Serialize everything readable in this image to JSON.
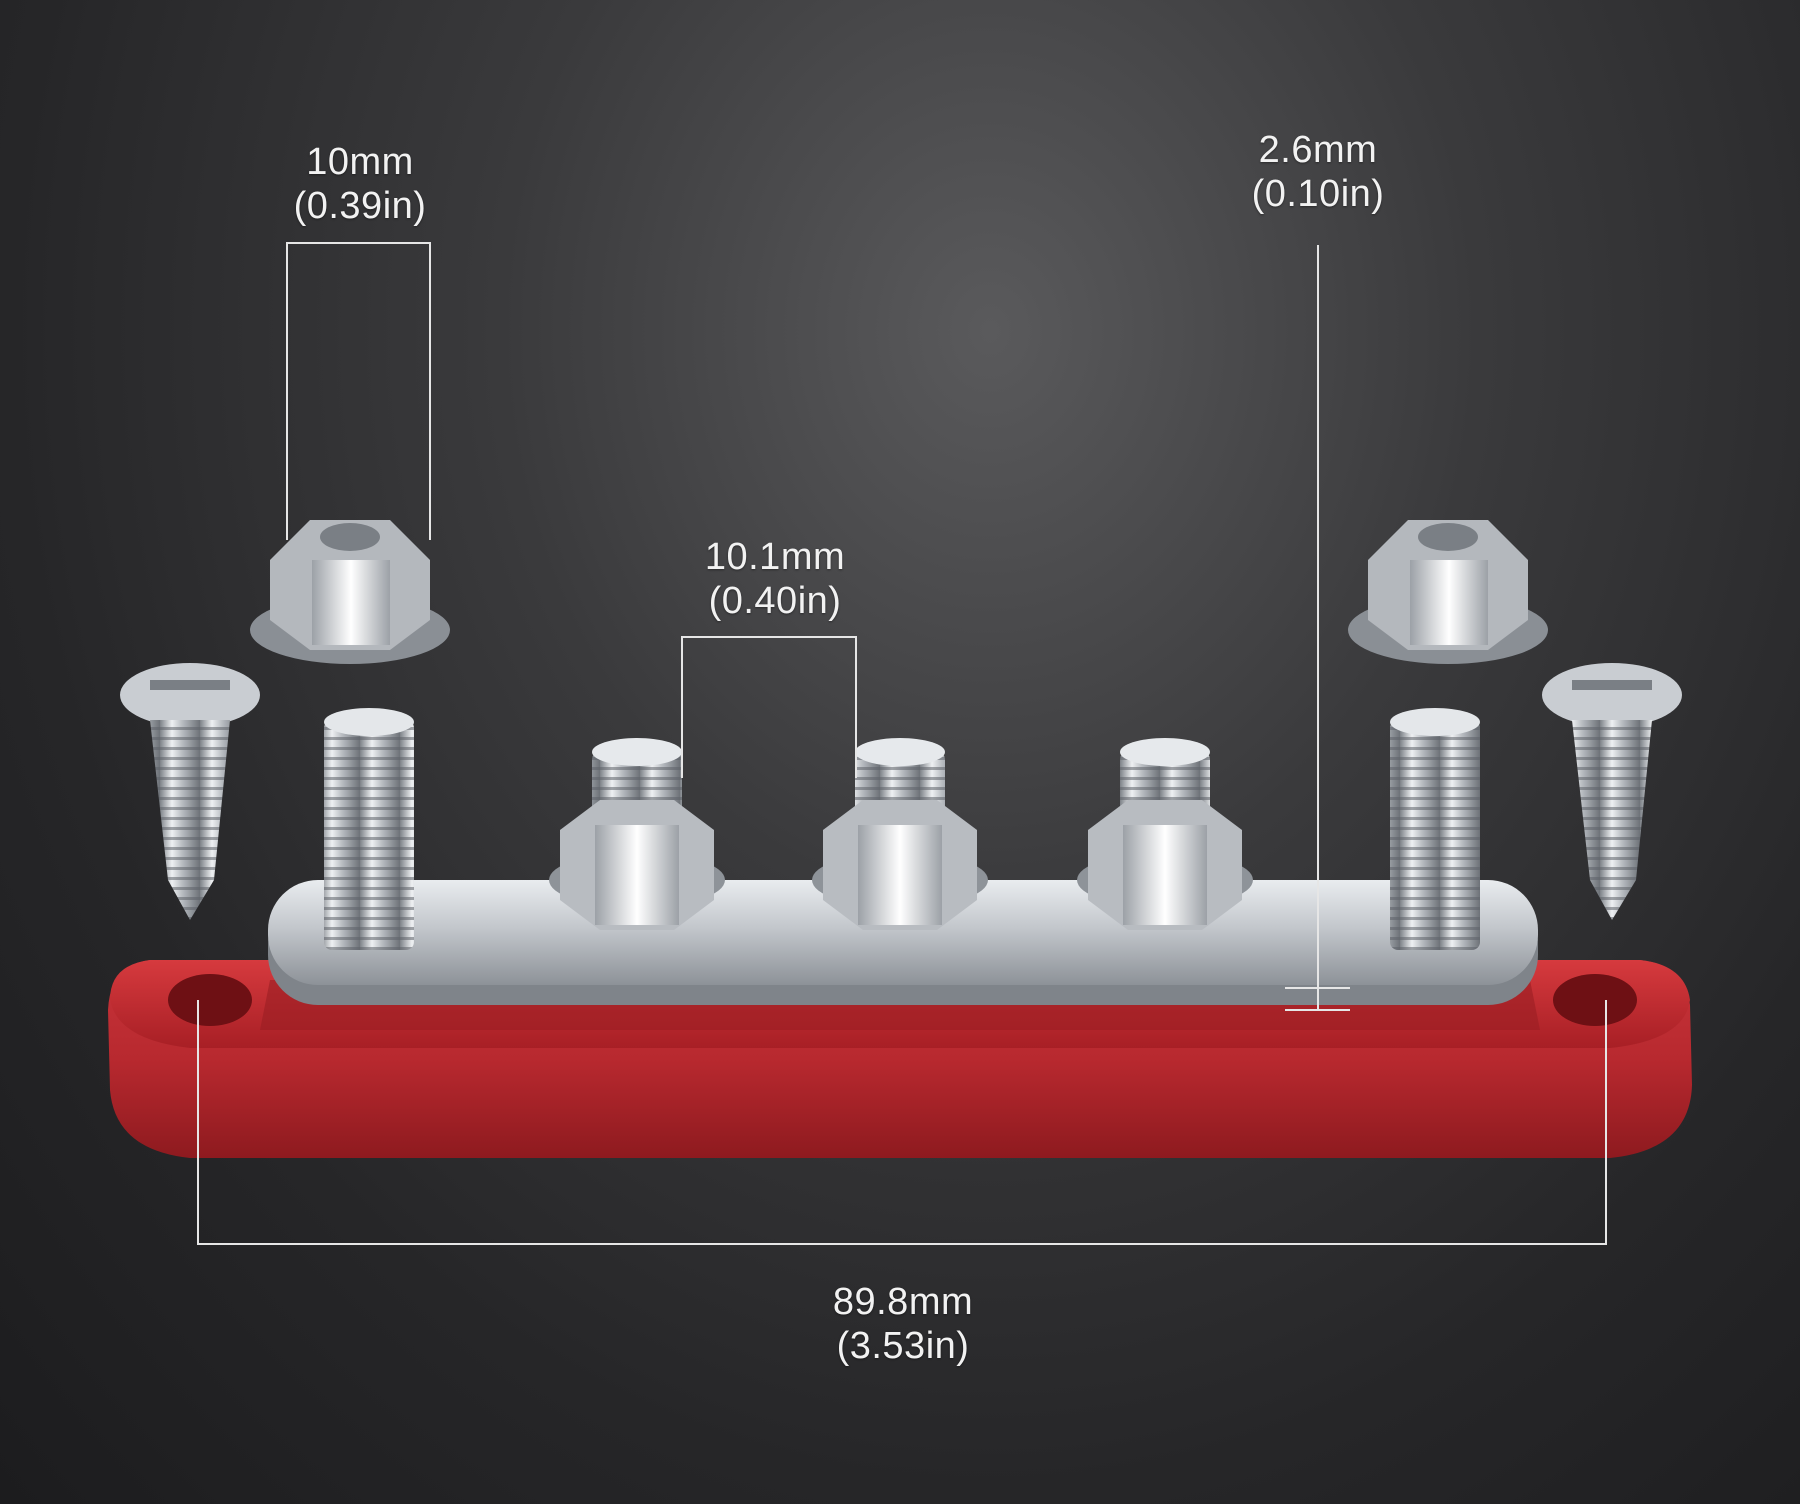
{
  "dimensions": [
    {
      "id": "nut-width",
      "metric": "10mm",
      "imperial": "(0.39in)"
    },
    {
      "id": "stud-spacing",
      "metric": "10.1mm",
      "imperial": "(0.40in)"
    },
    {
      "id": "plate-thickness",
      "metric": "2.6mm",
      "imperial": "(0.10in)"
    },
    {
      "id": "mount-hole-spacing",
      "metric": "89.8mm",
      "imperial": "(3.53in)"
    }
  ],
  "colors": {
    "background": "#2a2a2c",
    "base_red": "#b8262c",
    "plate_steel": "#c9cdd2",
    "dimension_line": "#e6e6e6"
  },
  "icons": [
    "flange-nut-icon",
    "threaded-stud-icon",
    "wood-screw-icon",
    "busbar-base-icon"
  ]
}
